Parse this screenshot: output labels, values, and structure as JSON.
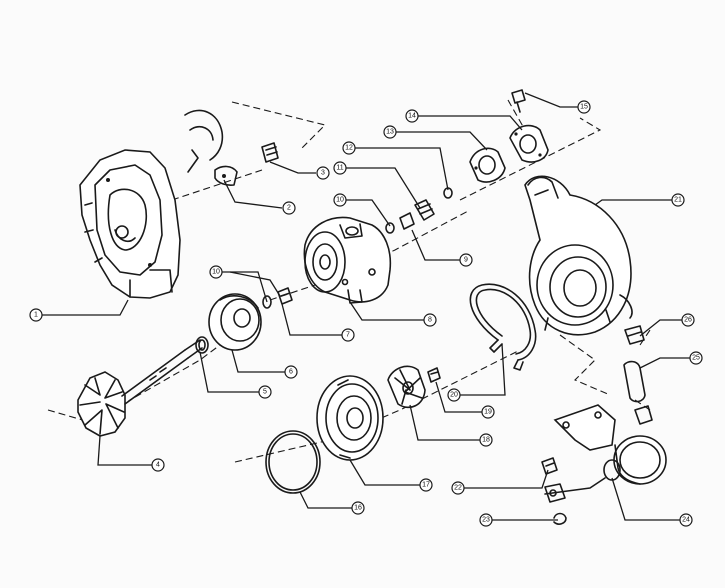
{
  "diagram": {
    "callouts": [
      {
        "id": "1",
        "label": "1"
      },
      {
        "id": "2",
        "label": "2"
      },
      {
        "id": "3",
        "label": "3"
      },
      {
        "id": "4",
        "label": "4"
      },
      {
        "id": "5",
        "label": "5"
      },
      {
        "id": "6",
        "label": "6"
      },
      {
        "id": "7",
        "label": "7"
      },
      {
        "id": "8",
        "label": "8"
      },
      {
        "id": "9",
        "label": "9"
      },
      {
        "id": "10",
        "label": "10"
      },
      {
        "id": "11",
        "label": "11"
      },
      {
        "id": "12",
        "label": "12"
      },
      {
        "id": "13",
        "label": "13"
      },
      {
        "id": "14",
        "label": "14"
      },
      {
        "id": "15",
        "label": "15"
      },
      {
        "id": "16",
        "label": "16"
      },
      {
        "id": "17",
        "label": "17"
      },
      {
        "id": "18",
        "label": "18"
      },
      {
        "id": "19",
        "label": "19"
      },
      {
        "id": "20",
        "label": "20"
      },
      {
        "id": "21",
        "label": "21"
      },
      {
        "id": "22",
        "label": "22"
      },
      {
        "id": "23",
        "label": "23"
      },
      {
        "id": "24",
        "label": "24"
      },
      {
        "id": "25",
        "label": "25"
      },
      {
        "id": "26",
        "label": "26"
      },
      {
        "id": "10b",
        "label": "10"
      }
    ]
  }
}
